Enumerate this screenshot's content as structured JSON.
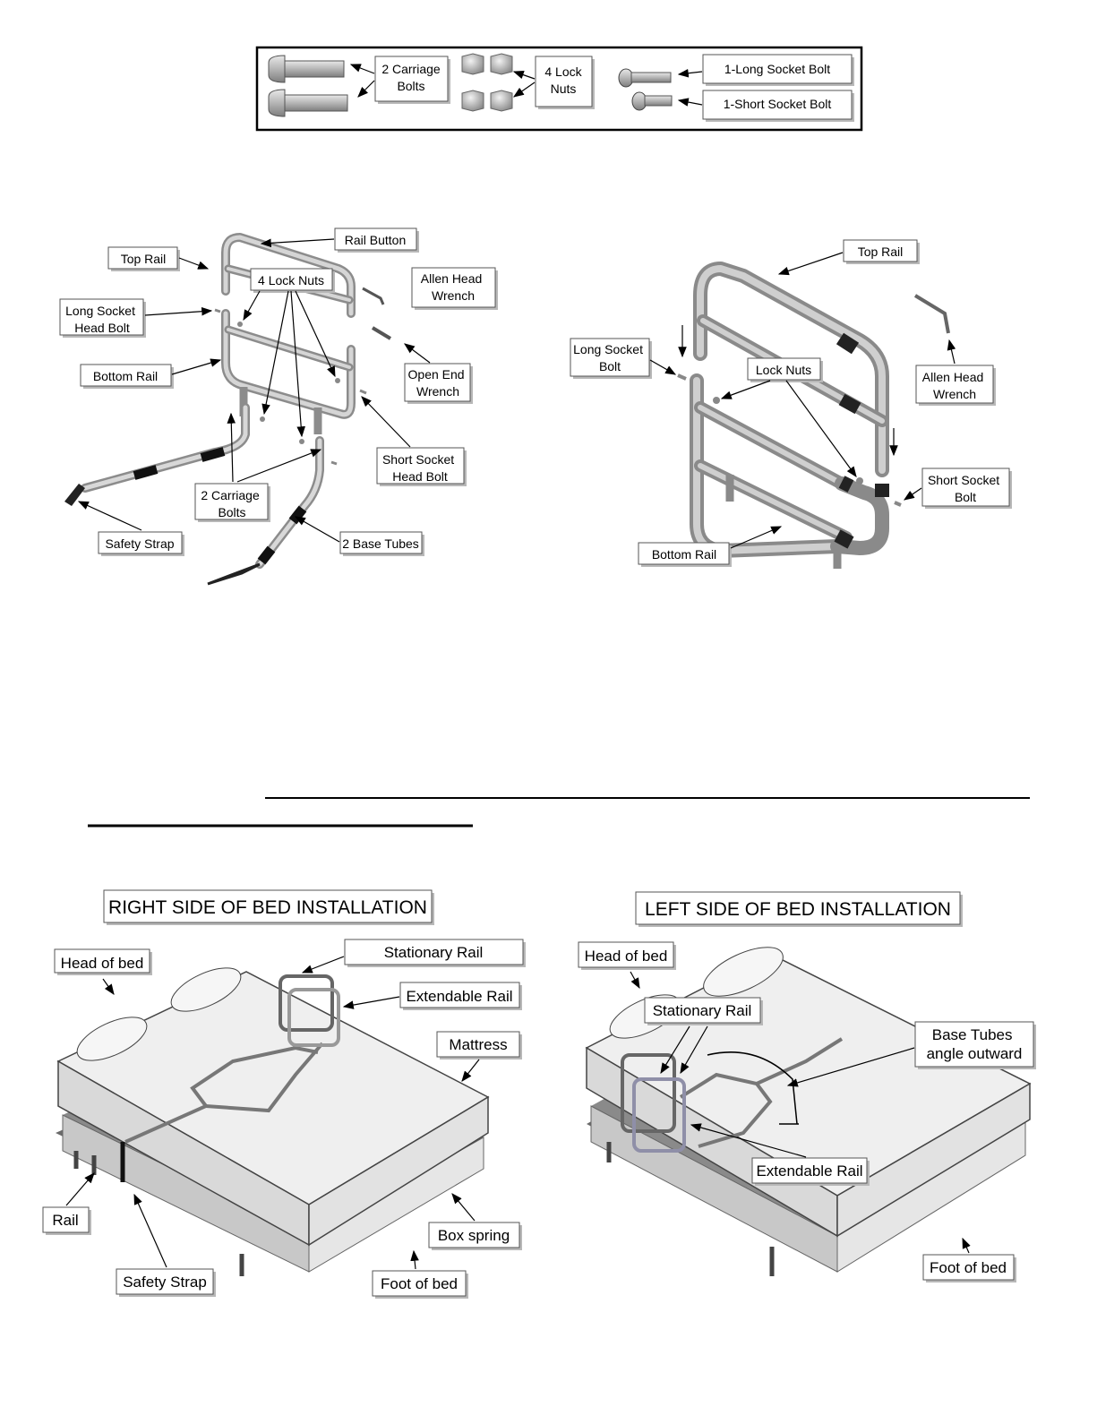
{
  "hardware_box": {
    "carriage_bolts": "2 Carriage Bolts",
    "lock_nuts": "4 Lock Nuts",
    "long_socket_bolt": "1-Long Socket Bolt",
    "short_socket_bolt": "1-Short Socket Bolt"
  },
  "exploded_diagram": {
    "top_rail": "Top Rail",
    "rail_button": "Rail Button",
    "lock_nuts": "4 Lock Nuts",
    "allen_head_wrench": "Allen Head Wrench",
    "long_socket_head_bolt": "Long Socket Head Bolt",
    "open_end_wrench": "Open End Wrench",
    "bottom_rail": "Bottom Rail",
    "short_socket_head_bolt": "Short Socket Head Bolt",
    "carriage_bolts": "2 Carriage Bolts",
    "safety_strap": "Safety Strap",
    "base_tubes": "2 Base Tubes"
  },
  "rail_diagram": {
    "top_rail": "Top Rail",
    "long_socket_bolt": "Long Socket Bolt",
    "lock_nuts": "Lock Nuts",
    "allen_head_wrench": "Allen Head Wrench",
    "short_socket_bolt": "Short Socket Bolt",
    "bottom_rail": "Bottom Rail"
  },
  "right_install": {
    "title": "RIGHT SIDE OF BED INSTALLATION",
    "head_of_bed": "Head of bed",
    "stationary_rail": "Stationary Rail",
    "extendable_rail": "Extendable Rail",
    "mattress": "Mattress",
    "rail": "Rail",
    "safety_strap": "Safety Strap",
    "box_spring": "Box spring",
    "foot_of_bed": "Foot of bed"
  },
  "left_install": {
    "title": "LEFT SIDE OF BED INSTALLATION",
    "head_of_bed": "Head of bed",
    "stationary_rail": "Stationary Rail",
    "base_tubes": "Base Tubes angle outward",
    "extendable_rail": "Extendable Rail",
    "foot_of_bed": "Foot of bed"
  }
}
